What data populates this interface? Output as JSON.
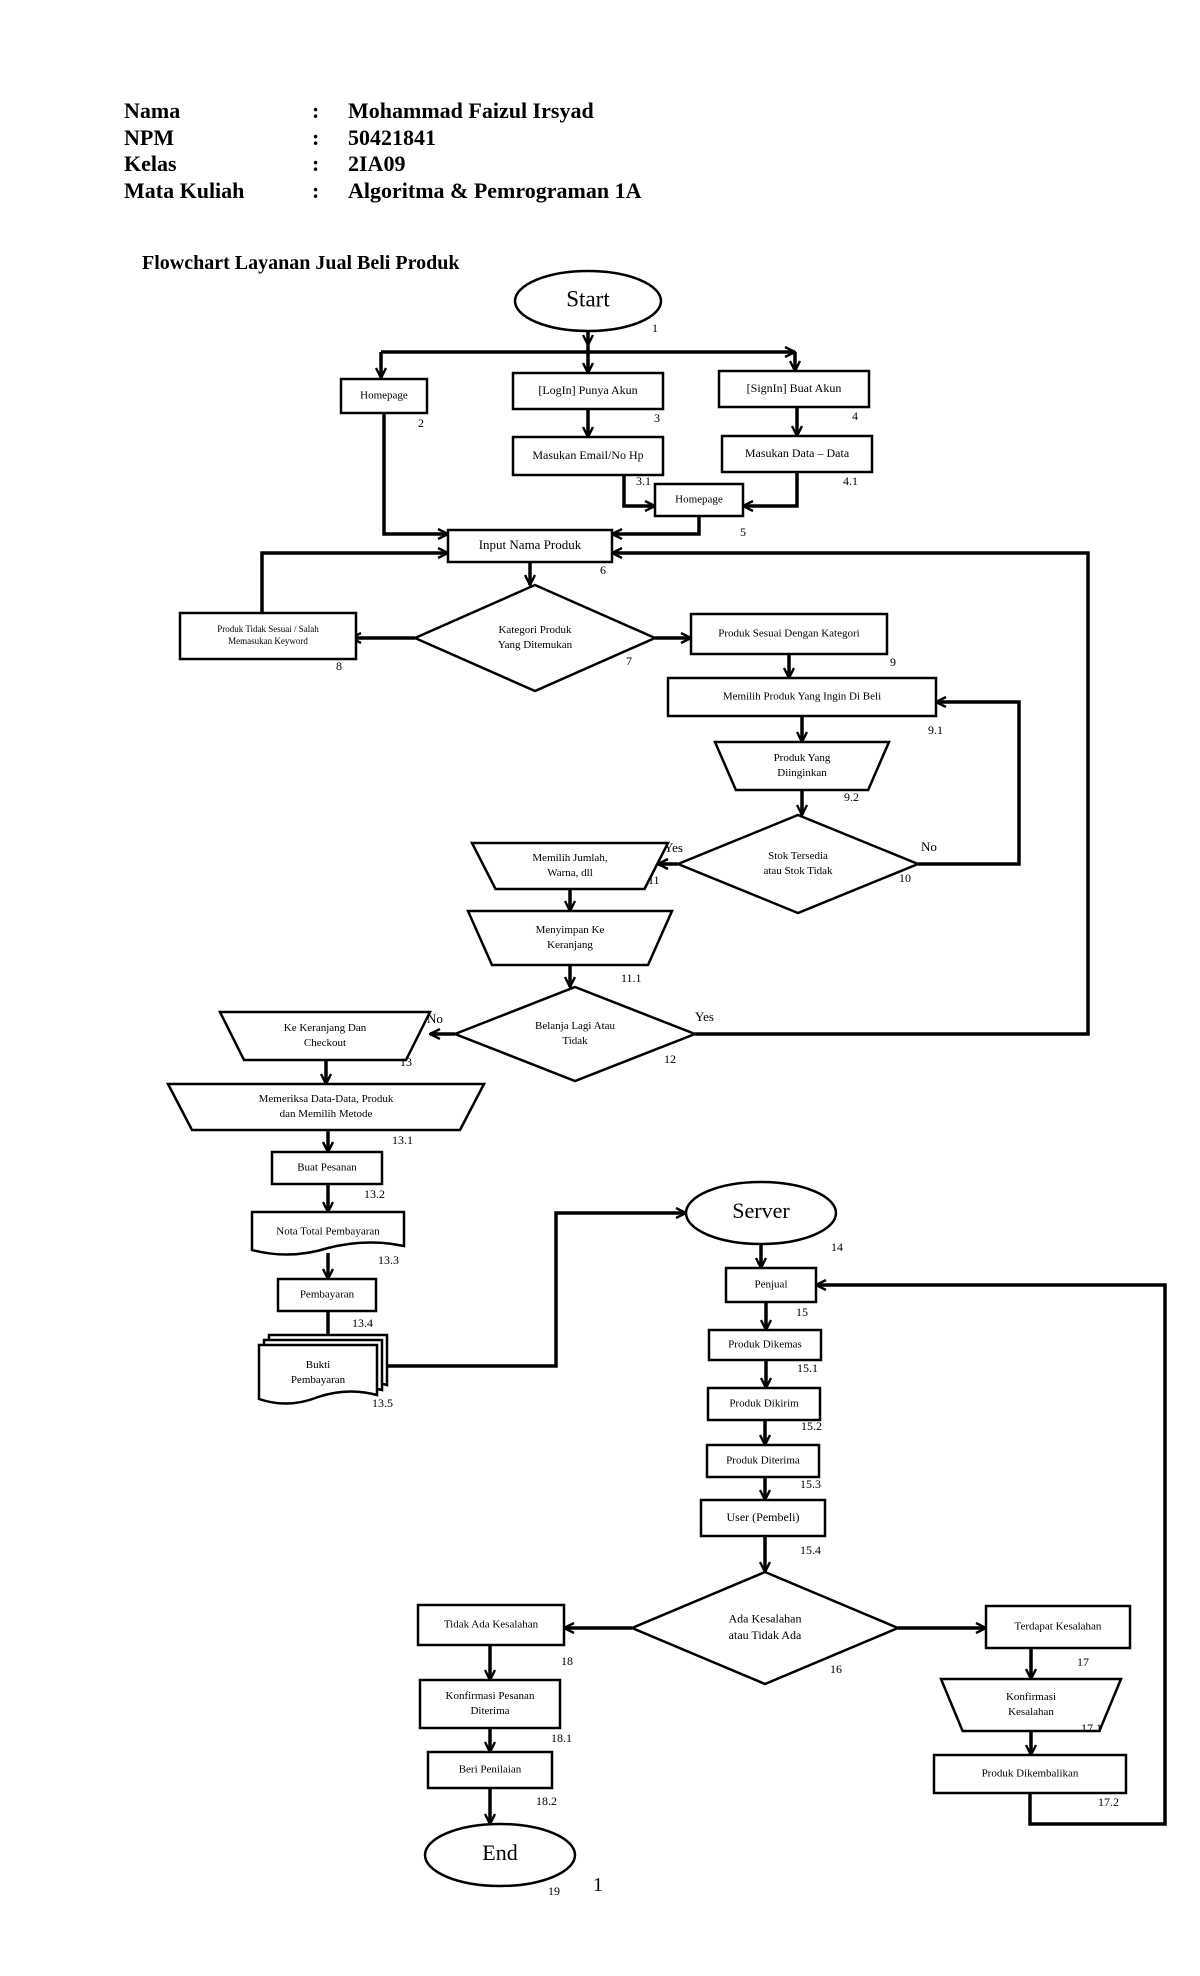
{
  "header": {
    "rows": [
      {
        "key": "Nama",
        "sep": ":",
        "value": "Mohammad Faizul Irsyad"
      },
      {
        "key": "NPM",
        "sep": ":",
        "value": "50421841"
      },
      {
        "key": "Kelas",
        "sep": ":",
        "value": "2IA09"
      },
      {
        "key": "Mata Kuliah",
        "sep": ":",
        "value": "Algoritma & Pemrograman 1A"
      }
    ]
  },
  "title": "Flowchart Layanan Jual Beli Produk",
  "page_number": "1",
  "nodes": [
    {
      "id": "n1",
      "shape": "terminal",
      "lines": [
        "Start"
      ],
      "num": "1"
    },
    {
      "id": "n2",
      "shape": "process",
      "lines": [
        "Homepage"
      ],
      "num": "2"
    },
    {
      "id": "n3",
      "shape": "process",
      "lines": [
        "[LogIn] Punya Akun"
      ],
      "num": "3"
    },
    {
      "id": "n3_1",
      "shape": "process",
      "lines": [
        "Masukan Email/No Hp"
      ],
      "num": "3.1"
    },
    {
      "id": "n4",
      "shape": "process",
      "lines": [
        "[SignIn] Buat Akun"
      ],
      "num": "4"
    },
    {
      "id": "n4_1",
      "shape": "process",
      "lines": [
        "Masukan Data – Data"
      ],
      "num": "4.1"
    },
    {
      "id": "n5",
      "shape": "process",
      "lines": [
        "Homepage"
      ],
      "num": "5"
    },
    {
      "id": "n6",
      "shape": "process",
      "lines": [
        "Input Nama Produk"
      ],
      "num": "6"
    },
    {
      "id": "n7",
      "shape": "decision",
      "lines": [
        "Kategori Produk",
        "Yang Ditemukan"
      ],
      "num": "7"
    },
    {
      "id": "n8",
      "shape": "process",
      "lines": [
        "Produk Tidak Sesuai / Salah",
        "Memasukan Keyword"
      ],
      "num": "8"
    },
    {
      "id": "n9",
      "shape": "process",
      "lines": [
        "Produk Sesuai Dengan Kategori"
      ],
      "num": "9"
    },
    {
      "id": "n9_1",
      "shape": "process",
      "lines": [
        "Memilih Produk Yang Ingin Di Beli"
      ],
      "num": "9.1"
    },
    {
      "id": "n9_2",
      "shape": "manual",
      "lines": [
        "Produk Yang",
        "Diinginkan"
      ],
      "num": "9.2"
    },
    {
      "id": "n10",
      "shape": "decision",
      "lines": [
        "Stok Tersedia",
        "atau Stok Tidak"
      ],
      "num": "10"
    },
    {
      "id": "n11",
      "shape": "manual",
      "lines": [
        "Memilih Jumlah,",
        "Warna, dll"
      ],
      "num": "11"
    },
    {
      "id": "n11_1",
      "shape": "manual",
      "lines": [
        "Menyimpan Ke",
        "Keranjang"
      ],
      "num": "11.1"
    },
    {
      "id": "n12",
      "shape": "decision",
      "lines": [
        "Belanja Lagi Atau",
        "Tidak"
      ],
      "num": "12"
    },
    {
      "id": "n13",
      "shape": "manual",
      "lines": [
        "Ke Keranjang Dan",
        "Checkout"
      ],
      "num": "13"
    },
    {
      "id": "n13_1",
      "shape": "manual",
      "lines": [
        "Memeriksa Data-Data, Produk",
        "dan Memilih Metode"
      ],
      "num": "13.1"
    },
    {
      "id": "n13_2",
      "shape": "process",
      "lines": [
        "Buat Pesanan"
      ],
      "num": "13.2"
    },
    {
      "id": "n13_3",
      "shape": "document",
      "lines": [
        "Nota Total Pembayaran"
      ],
      "num": "13.3"
    },
    {
      "id": "n13_4",
      "shape": "process",
      "lines": [
        "Pembayaran"
      ],
      "num": "13.4"
    },
    {
      "id": "n13_5",
      "shape": "multidoc",
      "lines": [
        "Bukti",
        "Pembayaran"
      ],
      "num": "13.5"
    },
    {
      "id": "n14",
      "shape": "terminal",
      "lines": [
        "Server"
      ],
      "num": "14"
    },
    {
      "id": "n15",
      "shape": "process",
      "lines": [
        "Penjual"
      ],
      "num": "15"
    },
    {
      "id": "n15_1",
      "shape": "process",
      "lines": [
        "Produk Dikemas"
      ],
      "num": "15.1"
    },
    {
      "id": "n15_2",
      "shape": "process",
      "lines": [
        "Produk Dikirim"
      ],
      "num": "15.2"
    },
    {
      "id": "n15_3",
      "shape": "process",
      "lines": [
        "Produk Diterima"
      ],
      "num": "15.3"
    },
    {
      "id": "n15_4",
      "shape": "process",
      "lines": [
        "User (Pembeli)"
      ],
      "num": "15.4"
    },
    {
      "id": "n16",
      "shape": "decision",
      "lines": [
        "Ada Kesalahan",
        "atau Tidak Ada"
      ],
      "num": "16"
    },
    {
      "id": "n17",
      "shape": "process",
      "lines": [
        "Terdapat Kesalahan"
      ],
      "num": "17"
    },
    {
      "id": "n17_1",
      "shape": "manual",
      "lines": [
        "Konfirmasi",
        "Kesalahan"
      ],
      "num": "17.1"
    },
    {
      "id": "n17_2",
      "shape": "process",
      "lines": [
        "Produk Dikembalikan"
      ],
      "num": "17.2"
    },
    {
      "id": "n18",
      "shape": "process",
      "lines": [
        "Tidak Ada Kesalahan"
      ],
      "num": "18"
    },
    {
      "id": "n18_1",
      "shape": "process",
      "lines": [
        "Konfirmasi Pesanan",
        "Diterima"
      ],
      "num": "18.1"
    },
    {
      "id": "n18_2",
      "shape": "process",
      "lines": [
        "Beri Penilaian"
      ],
      "num": "18.2"
    },
    {
      "id": "n19",
      "shape": "terminal",
      "lines": [
        "End"
      ],
      "num": "19"
    }
  ],
  "edge_labels": [
    {
      "id": "yes10",
      "text": "Yes"
    },
    {
      "id": "no10",
      "text": "No"
    },
    {
      "id": "no12",
      "text": "No"
    },
    {
      "id": "yes12",
      "text": "Yes"
    }
  ]
}
